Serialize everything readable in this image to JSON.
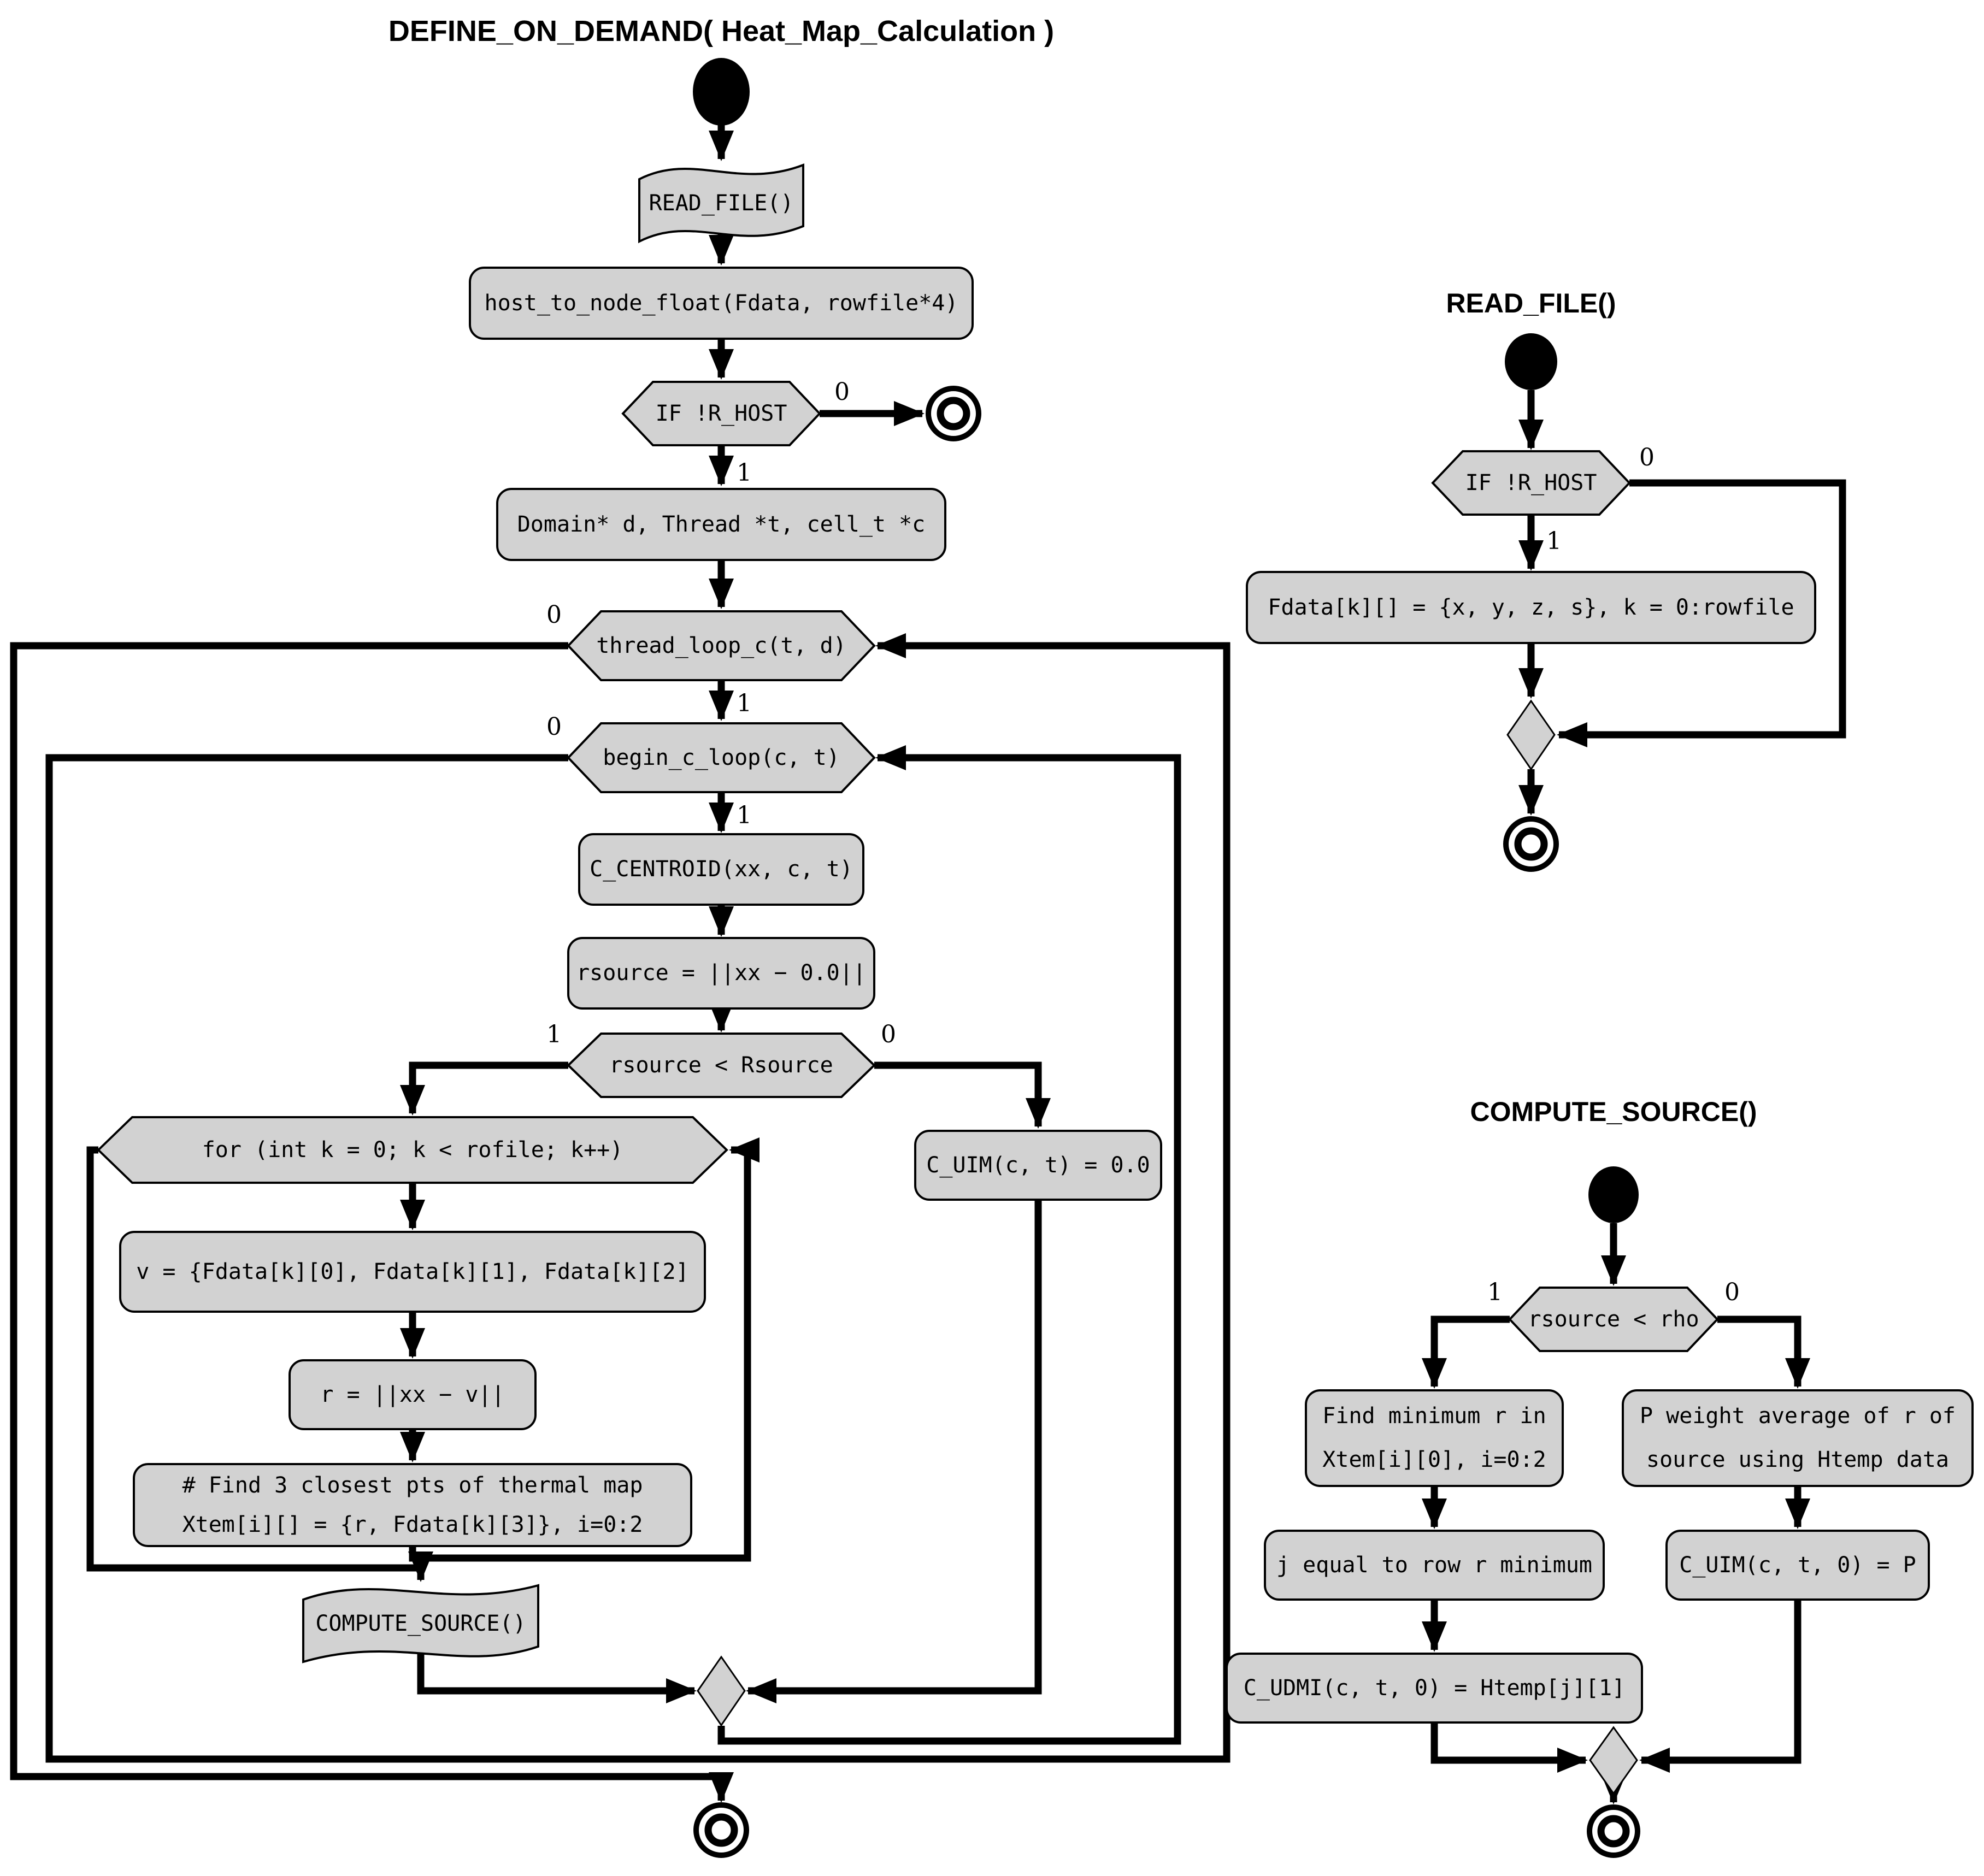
{
  "main": {
    "title": "DEFINE_ON_DEMAND( Heat_Map_Calculation )",
    "nodes": {
      "read_file": "READ_FILE()",
      "host_to_node": "host_to_node_float(Fdata, rowfile*4)",
      "if_rhost": "IF !R_HOST",
      "domain_decl": "Domain* d, Thread *t, cell_t *c",
      "thread_loop": "thread_loop_c(t, d)",
      "begin_c_loop": "begin_c_loop(c, t)",
      "c_centroid": "C_CENTROID(xx, c, t)",
      "rsource_calc": "rsource = ||xx − 0.0||",
      "rsource_cmp": "rsource < Rsource",
      "for_loop": "for (int k = 0; k < rofile; k++)",
      "v_assign": "v = {Fdata[k][0], Fdata[k][1], Fdata[k][2]",
      "r_calc": "r = ||xx − v||",
      "xtem_comment": "# Find 3 closest pts of thermal map",
      "xtem_assign": "Xtem[i][] = {r, Fdata[k][3]}, i=0:2",
      "compute_source": "COMPUTE_SOURCE()",
      "cuim_zero": "C_UIM(c, t) = 0.0"
    },
    "branch_labels": {
      "zero": "0",
      "one": "1"
    }
  },
  "read_file": {
    "title": "READ_FILE()",
    "nodes": {
      "if_rhost": "IF !R_HOST",
      "fdata_read": "Fdata[k][] = {x, y, z, s}, k = 0:rowfile"
    }
  },
  "compute_source": {
    "title": "COMPUTE_SOURCE()",
    "nodes": {
      "rho_cmp": "rsource < rho",
      "find_min_1": "Find minimum r in",
      "find_min_2": "Xtem[i][0], i=0:2",
      "j_row": "j equal to row r minimum",
      "p_weight_1": "P weight average of r of",
      "p_weight_2": "source using Htemp data",
      "cuim_p": "C_UIM(c, t, 0) = P",
      "cudmi": "C_UDMI(c, t, 0) = Htemp[j][1]"
    }
  },
  "colors": {
    "node_fill": "#d2d2d2",
    "line": "#000000",
    "background": "#ffffff"
  }
}
